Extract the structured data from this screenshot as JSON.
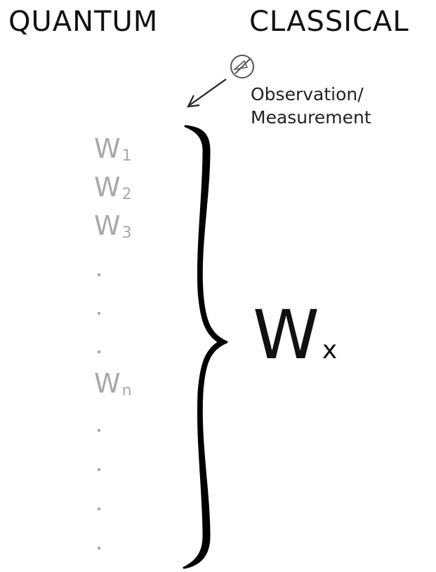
{
  "headings": {
    "quantum": "QUANTUM",
    "classical": "CLASSICAL"
  },
  "observer": {
    "icon": "eye-observer-icon",
    "label_line1": "Observation/",
    "label_line2": "Measurement"
  },
  "quantum_states": [
    {
      "base": "W",
      "sub": "1"
    },
    {
      "base": "W",
      "sub": "2"
    },
    {
      "base": "W",
      "sub": "3"
    },
    {
      "base": "W",
      "sub": "n"
    }
  ],
  "classical_result": {
    "base": "W",
    "sub": "x"
  },
  "colors": {
    "quantum_text": "#a9a9a9",
    "classical_text": "#111111",
    "brace": "#000000"
  }
}
